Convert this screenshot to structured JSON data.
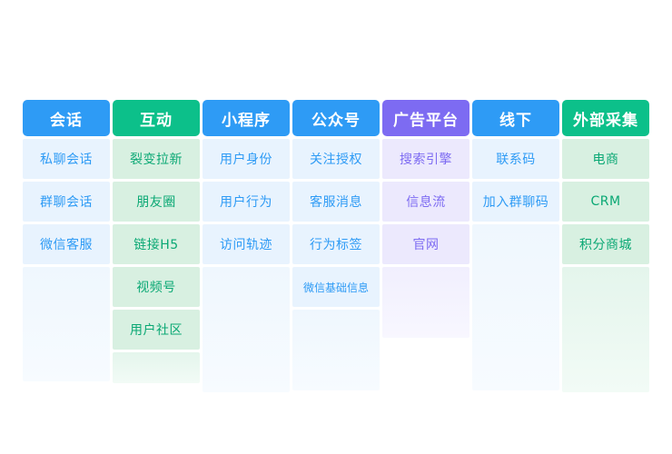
{
  "palette": {
    "blue": "#2E9BF5",
    "green": "#0CC08A",
    "purple": "#7D6BF2",
    "blue_tint": "#E8F3FE",
    "green_tint": "#D8F0E1",
    "purple_tint": "#ECE9FD"
  },
  "columns": [
    {
      "label": "会话",
      "theme": "blue",
      "items": [
        "私聊会话",
        "群聊会话",
        "微信客服"
      ]
    },
    {
      "label": "互动",
      "theme": "green",
      "items": [
        "裂变拉新",
        "朋友圈",
        "链接H5",
        "视频号",
        "用户社区"
      ]
    },
    {
      "label": "小程序",
      "theme": "blue",
      "items": [
        "用户身份",
        "用户行为",
        "访问轨迹"
      ]
    },
    {
      "label": "公众号",
      "theme": "blue",
      "items": [
        "关注授权",
        "客服消息",
        "行为标签",
        "微信基础信息"
      ]
    },
    {
      "label": "广告平台",
      "theme": "purple",
      "items": [
        "搜索引擎",
        "信息流",
        "官网"
      ]
    },
    {
      "label": "线下",
      "theme": "blue",
      "items": [
        "联系码",
        "加入群聊码"
      ]
    },
    {
      "label": "外部采集",
      "theme": "green",
      "items": [
        "电商",
        "CRM",
        "积分商城"
      ]
    }
  ]
}
